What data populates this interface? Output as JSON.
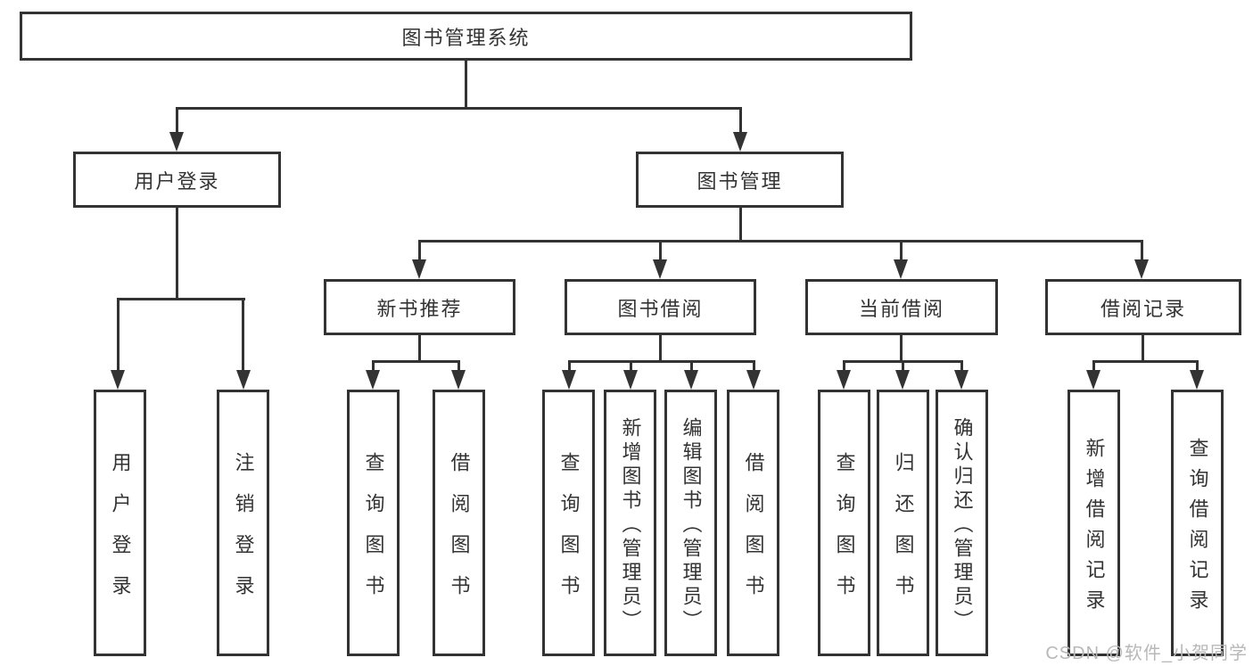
{
  "diagram": {
    "type": "hierarchy-tree",
    "root": {
      "label": "图书管理系统"
    },
    "branches": [
      {
        "label": "用户登录",
        "children": [
          {
            "label": "用户登录"
          },
          {
            "label": "注销登录"
          }
        ]
      },
      {
        "label": "图书管理",
        "children": [
          {
            "label": "新书推荐",
            "children": [
              {
                "label": "查询图书"
              },
              {
                "label": "借阅图书"
              }
            ]
          },
          {
            "label": "图书借阅",
            "children": [
              {
                "label": "查询图书"
              },
              {
                "label": "新增图书（管理员）"
              },
              {
                "label": "编辑图书（管理员）"
              },
              {
                "label": "借阅图书"
              }
            ]
          },
          {
            "label": "当前借阅",
            "children": [
              {
                "label": "查询图书"
              },
              {
                "label": "归还图书"
              },
              {
                "label": "确认归还（管理员）"
              }
            ]
          },
          {
            "label": "借阅记录",
            "children": [
              {
                "label": "新增借阅记录"
              },
              {
                "label": "查询借阅记录"
              }
            ]
          }
        ]
      }
    ]
  },
  "watermark": {
    "text": "CSDN @软件_小贺同学"
  },
  "colors": {
    "line": "#333333",
    "box_border": "#333333",
    "text": "#333333",
    "watermark": "#b8b8b8",
    "background": "#ffffff"
  }
}
